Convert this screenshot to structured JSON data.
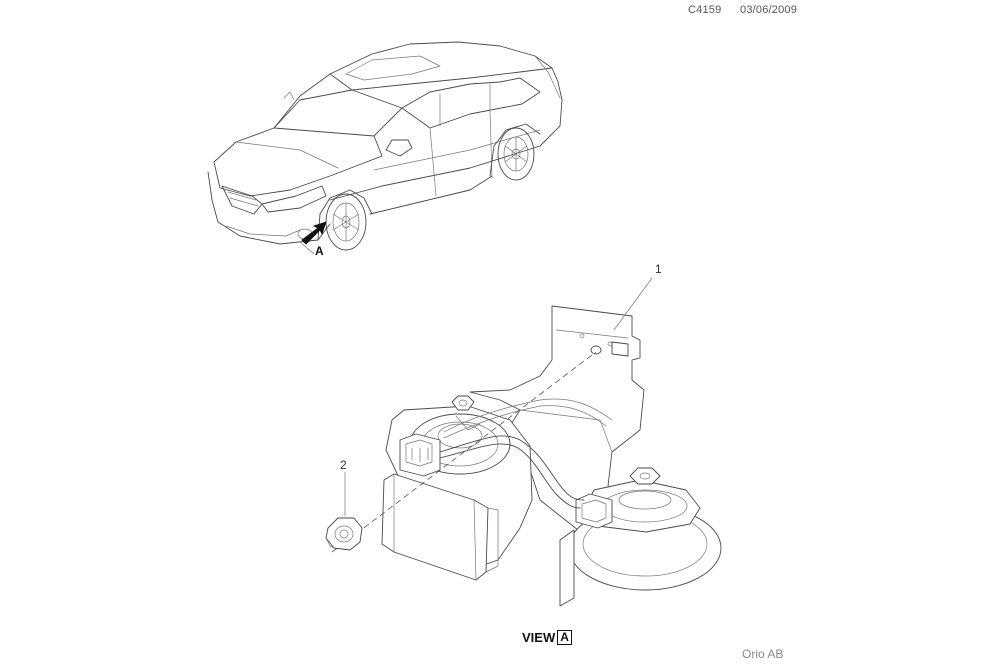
{
  "header": {
    "code": "C4159",
    "date": "03/06/2009"
  },
  "callouts": {
    "item_1": "1",
    "item_2": "2",
    "view_marker": "A"
  },
  "caption": {
    "view_label": "VIEW",
    "view_letter": "A"
  },
  "footer": {
    "brand": "Orio AB"
  }
}
